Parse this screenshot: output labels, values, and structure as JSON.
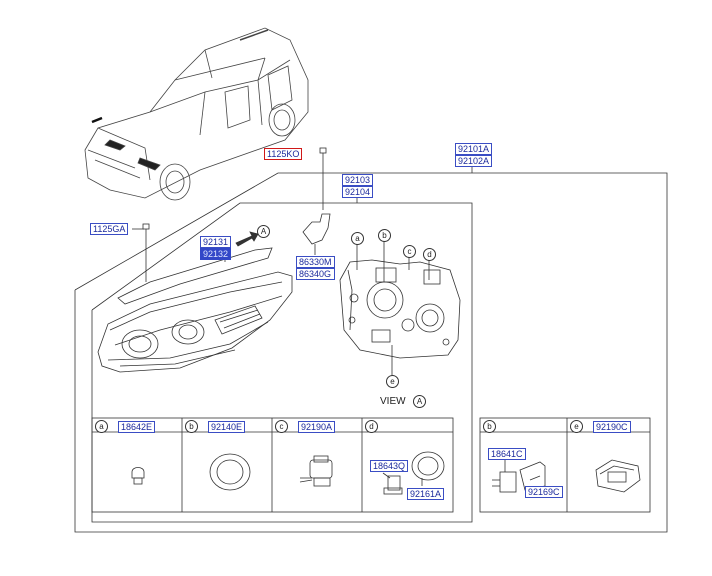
{
  "labels": {
    "p1125KO": "1125KO",
    "p92101A": "92101A",
    "p92102A": "92102A",
    "p92103": "92103",
    "p92104": "92104",
    "p1125GA": "1125GA",
    "p92131": "92131",
    "p92132": "92132",
    "p86330M": "86330M",
    "p86340G": "86340G",
    "p18642E": "18642E",
    "p92140E": "92140E",
    "p92190A": "92190A",
    "p18643Q": "18643Q",
    "p92161A": "92161A",
    "p18641C": "18641C",
    "p92169C": "92169C",
    "p92190C": "92190C"
  },
  "markers": {
    "a": "a",
    "b": "b",
    "c": "c",
    "d": "d",
    "e": "e",
    "view_ref": "A"
  },
  "view_text": "VIEW",
  "colors": {
    "label_text": "#1c2a9c",
    "label_border": "#3a4dc4",
    "highlight_bg": "#3247c8",
    "red_border": "#d01818",
    "line": "#333333"
  }
}
